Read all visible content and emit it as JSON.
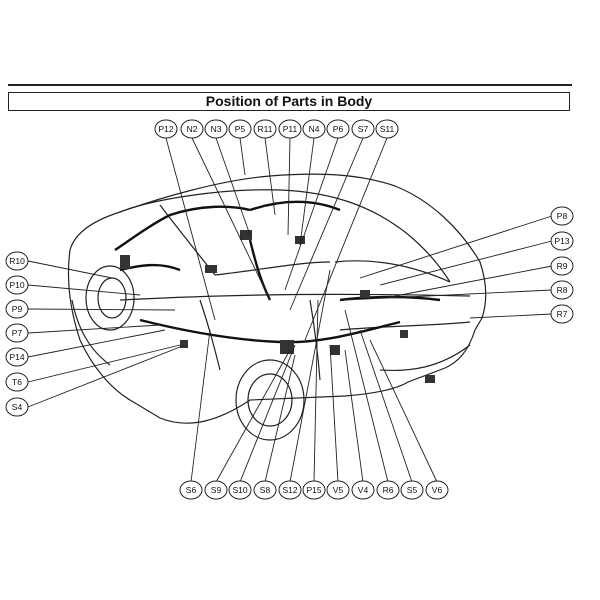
{
  "title": "Position of Parts in Body",
  "labels": {
    "P12": "P12",
    "N2": "N2",
    "N3": "N3",
    "P5": "P5",
    "R11": "R11",
    "P11": "P11",
    "N4": "N4",
    "P6": "P6",
    "S7": "S7",
    "S11": "S11",
    "P8": "P8",
    "P13": "P13",
    "R9": "R9",
    "R8": "R8",
    "R7": "R7",
    "R10": "R10",
    "P10": "P10",
    "P9": "P9",
    "P7": "P7",
    "P14": "P14",
    "T6": "T6",
    "S4": "S4",
    "S6": "S6",
    "S9": "S9",
    "S10": "S10",
    "S8": "S8",
    "S12": "S12",
    "P15": "P15",
    "V5": "V5",
    "V4": "V4",
    "R6": "R6",
    "S5": "S5",
    "V6": "V6"
  }
}
